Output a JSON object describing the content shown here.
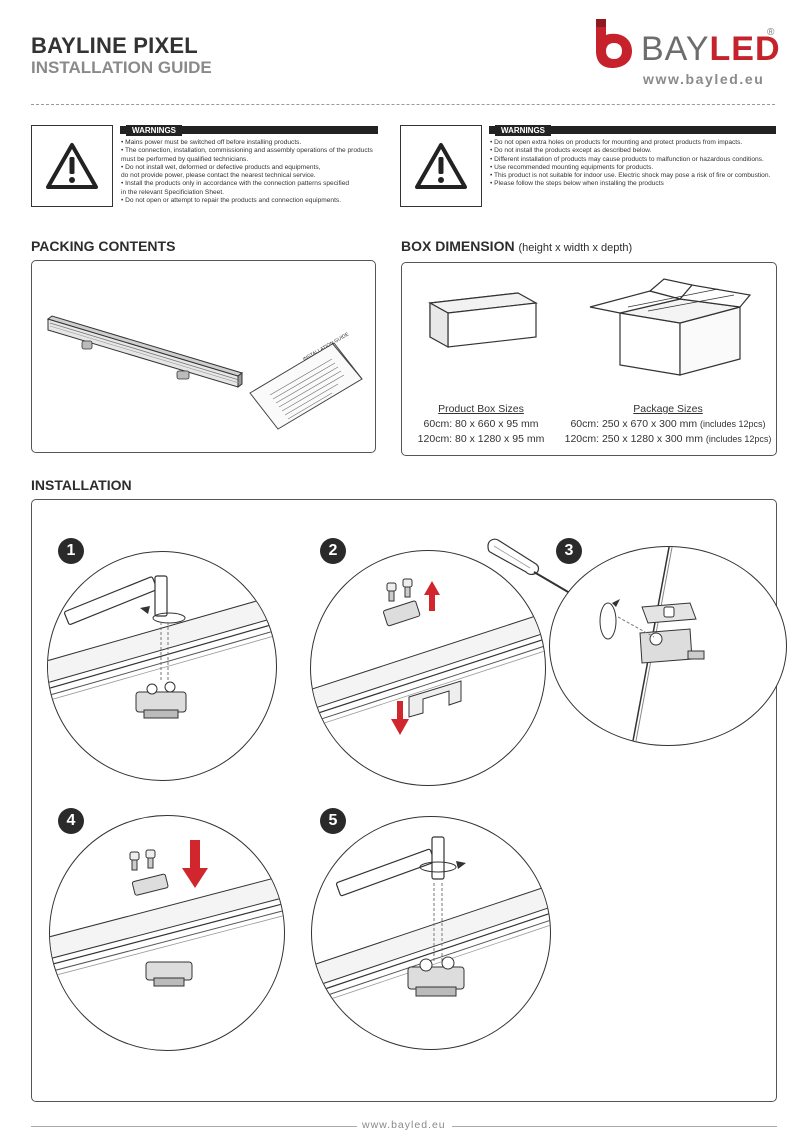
{
  "header": {
    "title": "BAYLINE PIXEL",
    "subtitle": "INSTALLATION GUIDE",
    "brand_part1": "BAY",
    "brand_part2": "LED",
    "registered": "®",
    "website": "www.bayled.eu"
  },
  "warnings_left": {
    "heading": "WARNINGS",
    "lines": [
      "• Mains power must be switched off before installing products.",
      "• The connection, installation, commissioning and assembly operations of the products",
      "   must be performed by qualified technicians.",
      "• Do not install wet, deformed or defective products and equipments,",
      "   do not provide power, please contact the nearest technical service.",
      "• Install the products only in accordance with the connection patterns specified",
      "   in the relevant Specificiation Sheet.",
      "• Do not open or attempt to repair the products and connection equipments."
    ]
  },
  "warnings_right": {
    "heading": "WARNINGS",
    "lines": [
      "• Do not open extra holes on products for mounting and protect products from impacts.",
      "• Do not install the products except as described below.",
      "• Different installation of products may  cause products to malfunction or hazardous conditions.",
      "• Use recommended mounting equipments for products.",
      "• This product is not suitable for indoor use. Electric shock may pose a risk of fire or combustion.",
      "• Please follow the steps below when installing the products"
    ]
  },
  "packing": {
    "heading": "PACKING CONTENTS",
    "doc_label": "INSTALLATION GUIDE"
  },
  "box_dimension": {
    "heading": "BOX DIMENSION",
    "heading_note": "(height x width x depth)",
    "product_title": "Product Box Sizes",
    "product_lines": [
      "60cm: 80 x 660 x 95 mm",
      "120cm: 80 x 1280 x 95 mm"
    ],
    "package_title": "Package Sizes",
    "package_lines": [
      {
        "main": "60cm: 250 x 670 x 300 mm",
        "note": "(includes 12pcs)"
      },
      {
        "main": "120cm: 250 x 1280 x 300 mm",
        "note": "(includes 12pcs)"
      }
    ]
  },
  "installation": {
    "heading": "INSTALLATION",
    "steps": [
      "1",
      "2",
      "3",
      "4",
      "5"
    ]
  },
  "footer": {
    "website": "www.bayled.eu"
  },
  "colors": {
    "accent": "#c5222b",
    "dark": "#222222",
    "gray": "#8a8a8a"
  }
}
